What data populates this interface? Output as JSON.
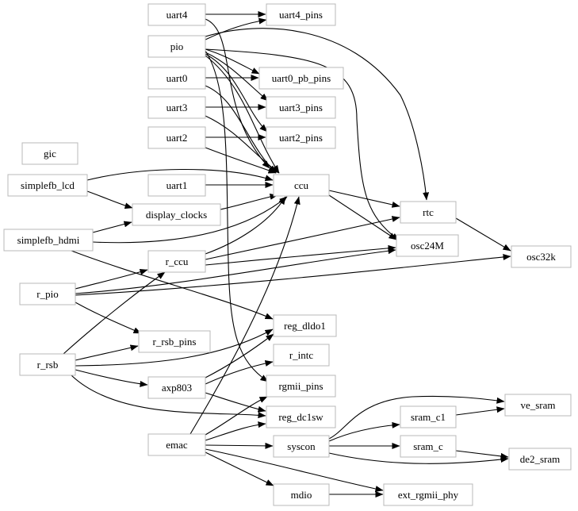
{
  "nodes": {
    "uart4": "uart4",
    "uart4_pins": "uart4_pins",
    "pio": "pio",
    "uart0": "uart0",
    "uart0_pb_pins": "uart0_pb_pins",
    "uart3": "uart3",
    "uart3_pins": "uart3_pins",
    "uart2": "uart2",
    "uart2_pins": "uart2_pins",
    "gic": "gic",
    "simplefb_lcd": "simplefb_lcd",
    "uart1": "uart1",
    "ccu": "ccu",
    "display_clocks": "display_clocks",
    "rtc": "rtc",
    "simplefb_hdmi": "simplefb_hdmi",
    "r_ccu": "r_ccu",
    "osc24M": "osc24M",
    "osc32k": "osc32k",
    "r_pio": "r_pio",
    "reg_dldo1": "reg_dldo1",
    "r_rsb_pins": "r_rsb_pins",
    "r_rsb": "r_rsb",
    "r_intc": "r_intc",
    "axp803": "axp803",
    "rgmii_pins": "rgmii_pins",
    "ve_sram": "ve_sram",
    "sram_c1": "sram_c1",
    "reg_dc1sw": "reg_dc1sw",
    "emac": "emac",
    "syscon": "syscon",
    "sram_c": "sram_c",
    "de2_sram": "de2_sram",
    "mdio": "mdio",
    "ext_rgmii_phy": "ext_rgmii_phy"
  },
  "edges": [
    [
      "uart4",
      "uart4_pins"
    ],
    [
      "uart4",
      "ccu"
    ],
    [
      "pio",
      "uart4_pins"
    ],
    [
      "pio",
      "rtc"
    ],
    [
      "pio",
      "uart0_pb_pins"
    ],
    [
      "pio",
      "uart3_pins"
    ],
    [
      "pio",
      "uart2_pins"
    ],
    [
      "pio",
      "ccu"
    ],
    [
      "pio",
      "osc24M"
    ],
    [
      "pio",
      "rgmii_pins"
    ],
    [
      "uart0",
      "uart0_pb_pins"
    ],
    [
      "uart0",
      "ccu"
    ],
    [
      "uart3",
      "uart3_pins"
    ],
    [
      "uart3",
      "ccu"
    ],
    [
      "uart2",
      "uart2_pins"
    ],
    [
      "uart2",
      "ccu"
    ],
    [
      "uart1",
      "ccu"
    ],
    [
      "simplefb_lcd",
      "ccu"
    ],
    [
      "simplefb_lcd",
      "display_clocks"
    ],
    [
      "display_clocks",
      "ccu"
    ],
    [
      "simplefb_hdmi",
      "display_clocks"
    ],
    [
      "simplefb_hdmi",
      "ccu"
    ],
    [
      "simplefb_hdmi",
      "reg_dldo1"
    ],
    [
      "ccu",
      "rtc"
    ],
    [
      "ccu",
      "osc24M"
    ],
    [
      "rtc",
      "osc32k"
    ],
    [
      "r_ccu",
      "ccu"
    ],
    [
      "r_ccu",
      "rtc"
    ],
    [
      "r_ccu",
      "osc24M"
    ],
    [
      "r_pio",
      "r_ccu"
    ],
    [
      "r_pio",
      "osc24M"
    ],
    [
      "r_pio",
      "osc32k"
    ],
    [
      "r_pio",
      "r_rsb_pins"
    ],
    [
      "r_rsb",
      "r_ccu"
    ],
    [
      "r_rsb",
      "r_rsb_pins"
    ],
    [
      "r_rsb",
      "reg_dldo1"
    ],
    [
      "r_rsb",
      "axp803"
    ],
    [
      "r_rsb",
      "reg_dc1sw"
    ],
    [
      "axp803",
      "reg_dldo1"
    ],
    [
      "axp803",
      "r_intc"
    ],
    [
      "axp803",
      "reg_dc1sw"
    ],
    [
      "emac",
      "ccu"
    ],
    [
      "emac",
      "rgmii_pins"
    ],
    [
      "emac",
      "reg_dc1sw"
    ],
    [
      "emac",
      "syscon"
    ],
    [
      "emac",
      "mdio"
    ],
    [
      "emac",
      "ext_rgmii_phy"
    ],
    [
      "syscon",
      "sram_c1"
    ],
    [
      "syscon",
      "sram_c"
    ],
    [
      "syscon",
      "ve_sram"
    ],
    [
      "syscon",
      "de2_sram"
    ],
    [
      "sram_c1",
      "ve_sram"
    ],
    [
      "sram_c",
      "de2_sram"
    ],
    [
      "mdio",
      "ext_rgmii_phy"
    ]
  ]
}
